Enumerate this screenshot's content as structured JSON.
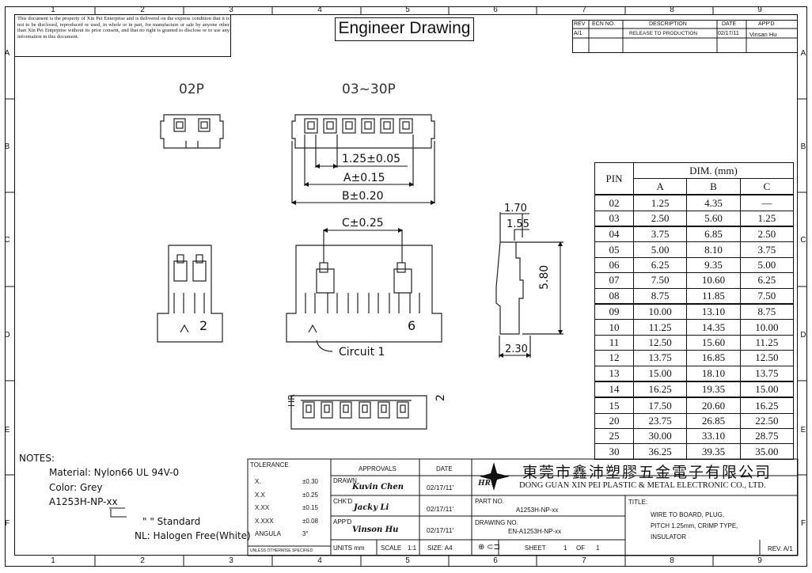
{
  "frame": {
    "col_labels": [
      "1",
      "2",
      "3",
      "4",
      "5",
      "6",
      "7",
      "8",
      "9"
    ],
    "row_labels": [
      "A",
      "B",
      "C",
      "D",
      "E",
      "F"
    ]
  },
  "header": {
    "disclaimer": "This document is the property of Xin Pei Enterprise and is delivered on the express condition that it is not to be disclosed, reproduced or used, in whole or in part, for manufacture or sale by anyone other than Xin Pei Entprprise without its prior consent, and that no right is granted to disclose or to use any information in this document.",
    "title": "Engineer Drawing"
  },
  "revision_block": {
    "headers": [
      "REV",
      "ECN NO.",
      "DESCRIPTION",
      "DATE",
      "APP'D"
    ],
    "row": [
      "A/1",
      "",
      "RELEASE TO PRODUCTION",
      "02/17/11",
      "Vinsan Hu"
    ]
  },
  "views": {
    "label_02p": "02P",
    "label_03_30p": "03~30P",
    "dim_pitch": "1.25±0.05",
    "dim_a": "A±0.15",
    "dim_b": "B±0.20",
    "dim_c": "C±0.25",
    "dim_170": "1.70",
    "dim_155": "1.55",
    "dim_580": "5.80",
    "dim_230": "2.30",
    "pin_mark_2": "2",
    "pin_mark_6": "6",
    "circuit_label": "Circuit 1",
    "marking_hr": "HR",
    "marking_2": "2"
  },
  "pin_table": {
    "pin_header": "PIN",
    "dim_header": "DIM. (mm)",
    "col_headers": [
      "A",
      "B",
      "C"
    ],
    "rows": [
      [
        "02",
        "1.25",
        "4.35",
        "—"
      ],
      [
        "03",
        "2.50",
        "5.60",
        "1.25"
      ],
      [
        "04",
        "3.75",
        "6.85",
        "2.50"
      ],
      [
        "05",
        "5.00",
        "8.10",
        "3.75"
      ],
      [
        "06",
        "6.25",
        "9.35",
        "5.00"
      ],
      [
        "07",
        "7.50",
        "10.60",
        "6.25"
      ],
      [
        "08",
        "8.75",
        "11.85",
        "7.50"
      ],
      [
        "09",
        "10.00",
        "13.10",
        "8.75"
      ],
      [
        "10",
        "11.25",
        "14.35",
        "10.00"
      ],
      [
        "11",
        "12.50",
        "15.60",
        "11.25"
      ],
      [
        "12",
        "13.75",
        "16.85",
        "12.50"
      ],
      [
        "13",
        "15.00",
        "18.10",
        "13.75"
      ],
      [
        "14",
        "16.25",
        "19.35",
        "15.00"
      ],
      [
        "15",
        "17.50",
        "20.60",
        "16.25"
      ],
      [
        "20",
        "23.75",
        "26.85",
        "22.50"
      ],
      [
        "25",
        "30.00",
        "33.10",
        "28.75"
      ],
      [
        "30",
        "36.25",
        "39.35",
        "35.00"
      ]
    ]
  },
  "notes": {
    "heading": "NOTES:",
    "material": "Material: Nylon66 UL 94V-0",
    "color": "Color: Grey",
    "part": "A1253H-NP-xx",
    "part_underline": "xx",
    "standard_q": "\"  \" Standard",
    "halogen": "NL: Halogen Free(White)"
  },
  "tolerance": {
    "heading": "TOLERANCE",
    "rows": [
      [
        "X.",
        "±0.30"
      ],
      [
        "X.X",
        "±0.25"
      ],
      [
        "X.XX",
        "±0.15"
      ],
      [
        "X.XXX",
        "±0.08"
      ],
      [
        "ANGULA",
        "3°"
      ]
    ],
    "footer": "UNLESS OTHERWISE SPECIFIED"
  },
  "approvals": {
    "heading": "APPROVALS",
    "date_heading": "DATE",
    "rows": [
      {
        "role": "DRAWN",
        "name": "Kuvin Chen",
        "date": "02/17/11'"
      },
      {
        "role": "CHK'D",
        "name": "Jacky Li",
        "date": "02/17/11'"
      },
      {
        "role": "APP'D",
        "name": "Vinson Hu",
        "date": "02/17/11'"
      }
    ],
    "units": "UNITS mm",
    "scale_label": "SCALE",
    "scale": "1:1",
    "size": "SIZE: A4"
  },
  "company": {
    "name_cn": "東莞市鑫沛塑膠五金電子有限公司",
    "logo": "HRT",
    "name_en": "DONG GUAN XIN PEI PLASTIC & METAL ELECTRONIC CO., LTD."
  },
  "part_block": {
    "part_no_label": "PART NO.",
    "part_no": "A1253H-NP-xx",
    "drawing_no_label": "DRAWING NO.",
    "drawing_no": "EN-A1253H-NP-xx",
    "sheet": "SHEET",
    "sheet_num": "1",
    "of": "OF",
    "of_num": "1",
    "title_label": "TITLE:",
    "title_line1": "WIRE TO BOARD, PLUG,",
    "title_line2": "PITCH 1.25mm, CRIMP TYPE,",
    "title_line3": "INSULATOR",
    "rev": "REV. A/1"
  }
}
